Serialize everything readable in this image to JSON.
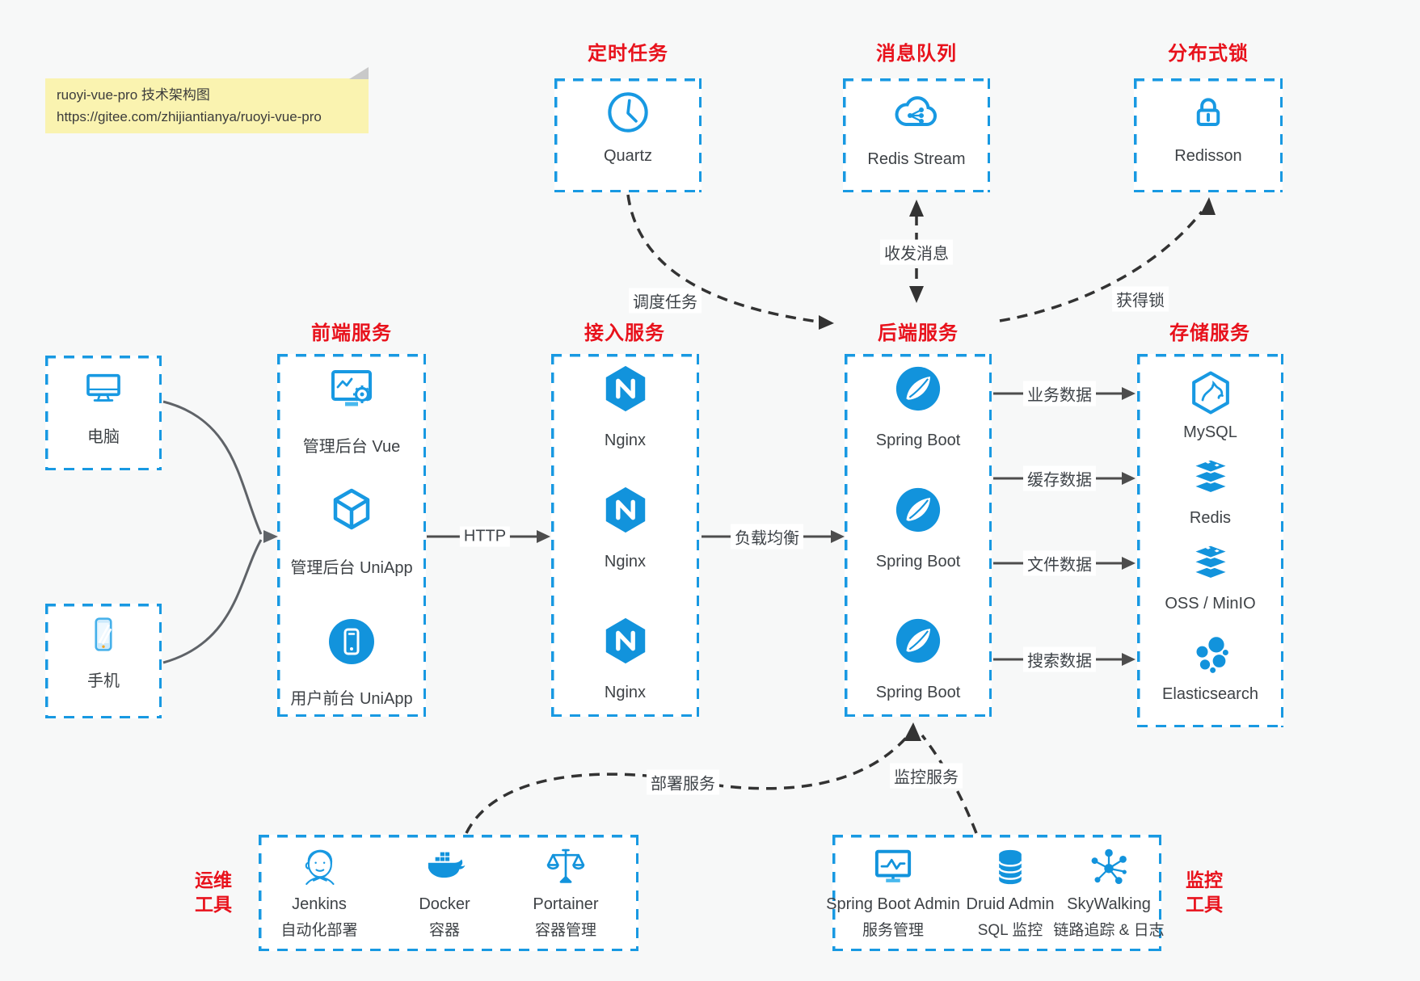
{
  "note": {
    "line1": "ruoyi-vue-pro 技术架构图",
    "line2": "https://gitee.com/zhijiantianya/ruoyi-vue-pro"
  },
  "colors": {
    "accent_blue": "#1899e2",
    "title_red": "#e8121c",
    "solid_arrow": "#4d4d4d",
    "dashed_arrow": "#333333",
    "note_bg": "#faf3b0",
    "page_bg": "#f7f8f8"
  },
  "top_groups": [
    {
      "title": "定时任务",
      "label": "Quartz",
      "icon": "clock-icon"
    },
    {
      "title": "消息队列",
      "label": "Redis Stream",
      "icon": "cloud-share-icon"
    },
    {
      "title": "分布式锁",
      "label": "Redisson",
      "icon": "lock-icon"
    }
  ],
  "clients": [
    {
      "label": "电脑",
      "icon": "desktop-icon"
    },
    {
      "label": "手机",
      "icon": "mobile-icon"
    }
  ],
  "frontend": {
    "title": "前端服务",
    "items": [
      {
        "label": "管理后台 Vue",
        "icon": "admin-vue-icon"
      },
      {
        "label": "管理后台 UniApp",
        "icon": "uniapp-cube-icon"
      },
      {
        "label": "用户前台 UniApp",
        "icon": "user-app-icon"
      }
    ]
  },
  "gateway": {
    "title": "接入服务",
    "items": [
      {
        "label": "Nginx",
        "icon": "nginx-icon"
      },
      {
        "label": "Nginx",
        "icon": "nginx-icon"
      },
      {
        "label": "Nginx",
        "icon": "nginx-icon"
      }
    ]
  },
  "backend": {
    "title": "后端服务",
    "items": [
      {
        "label": "Spring Boot",
        "icon": "spring-icon"
      },
      {
        "label": "Spring Boot",
        "icon": "spring-icon"
      },
      {
        "label": "Spring Boot",
        "icon": "spring-icon"
      }
    ]
  },
  "storage": {
    "title": "存储服务",
    "items": [
      {
        "label": "MySQL",
        "icon": "mysql-icon"
      },
      {
        "label": "Redis",
        "icon": "redis-stack-icon"
      },
      {
        "label": "OSS / MinIO",
        "icon": "redis-stack-icon"
      },
      {
        "label": "Elasticsearch",
        "icon": "elastic-icon"
      }
    ]
  },
  "ops": {
    "title_line1": "运维",
    "title_line2": "工具",
    "items": [
      {
        "name": "Jenkins",
        "sub": "自动化部署",
        "icon": "jenkins-icon"
      },
      {
        "name": "Docker",
        "sub": "容器",
        "icon": "docker-icon"
      },
      {
        "name": "Portainer",
        "sub": "容器管理",
        "icon": "portainer-icon"
      }
    ]
  },
  "monitoring": {
    "title_line1": "监控",
    "title_line2": "工具",
    "items": [
      {
        "name": "Spring Boot Admin",
        "sub": "服务管理",
        "icon": "monitor-chart-icon"
      },
      {
        "name": "Druid Admin",
        "sub": "SQL 监控",
        "icon": "database-icon"
      },
      {
        "name": "SkyWalking",
        "sub": "链路追踪 & 日志",
        "icon": "topology-icon"
      }
    ]
  },
  "edges": {
    "http": "HTTP",
    "load_balance": "负载均衡",
    "schedule": "调度任务",
    "messages": "收发消息",
    "lock": "获得锁",
    "business": "业务数据",
    "cache": "缓存数据",
    "file": "文件数据",
    "search": "搜索数据",
    "deploy": "部署服务",
    "monitor": "监控服务"
  }
}
